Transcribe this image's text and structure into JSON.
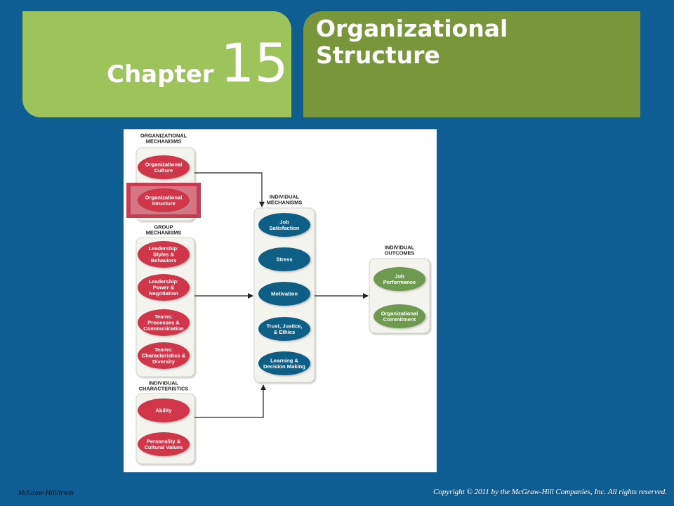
{
  "header": {
    "chapter_label": "Chapter",
    "chapter_number": "15",
    "title_line1": "Organizational",
    "title_line2": "Structure"
  },
  "diagram": {
    "sections": {
      "organizational": [
        "ORGANIZATIONAL",
        "MECHANISMS"
      ],
      "group": [
        "GROUP",
        "MECHANISMS"
      ],
      "individual_char": [
        "INDIVIDUAL",
        "CHARACTERISTICS"
      ],
      "individual_mech": [
        "INDIVIDUAL",
        "MECHANISMS"
      ],
      "individual_out": [
        "INDIVIDUAL",
        "OUTCOMES"
      ]
    },
    "org_nodes": [
      [
        "Organizational",
        "Culture"
      ],
      [
        "Organizational",
        "Structure"
      ]
    ],
    "group_nodes": [
      [
        "Leadership:",
        "Styles &",
        "Behaviors"
      ],
      [
        "Leadership:",
        "Power &",
        "Negotiation"
      ],
      [
        "Teams:",
        "Processes &",
        "Communication"
      ],
      [
        "Teams:",
        "Characteristics &",
        "Diversity"
      ]
    ],
    "char_nodes": [
      [
        "Ability"
      ],
      [
        "Personality &",
        "Cultural Values"
      ]
    ],
    "mech_nodes": [
      [
        "Job",
        "Satisfaction"
      ],
      [
        "Stress"
      ],
      [
        "Motivation"
      ],
      [
        "Trust, Justice,",
        "& Ethics"
      ],
      [
        "Learning &",
        "Decision Making"
      ]
    ],
    "outcome_nodes": [
      [
        "Job",
        "Performance"
      ],
      [
        "Organizational",
        "Commitment"
      ]
    ],
    "colors": {
      "red": "#d03449",
      "blue": "#0d5f86",
      "green": "#6e9a50",
      "highlight": "#c2283f",
      "panel_fill": "#f3f4ee"
    }
  },
  "footer": {
    "publisher": "McGraw-Hill/Irwin",
    "copyright": "Copyright © 2011 by the McGraw-Hill Companies, Inc. All rights reserved."
  }
}
